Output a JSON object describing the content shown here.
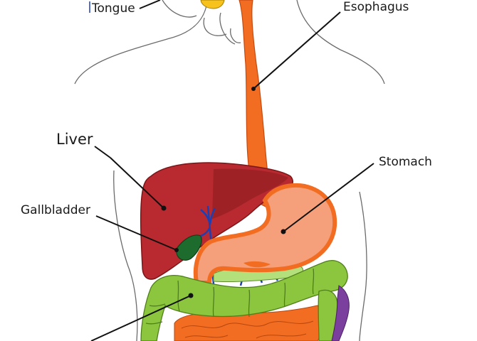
{
  "labels": {
    "tongue": "Tongue",
    "esophagus": "Esophagus",
    "liver": "Liver",
    "stomach": "Stomach",
    "gallbladder": "Gallbladder"
  },
  "colors": {
    "outline": "#666666",
    "esophagus": "#f26d21",
    "liver": "#b82a2f",
    "stomach": "#f5a07a",
    "gallbladder": "#1e6b2e",
    "bile_duct": "#1f3fb0",
    "colon": "#8cc63f",
    "small_intestine": "#f26d21",
    "tongue": "#f7c21b",
    "rectum": "#7b3f9e"
  }
}
